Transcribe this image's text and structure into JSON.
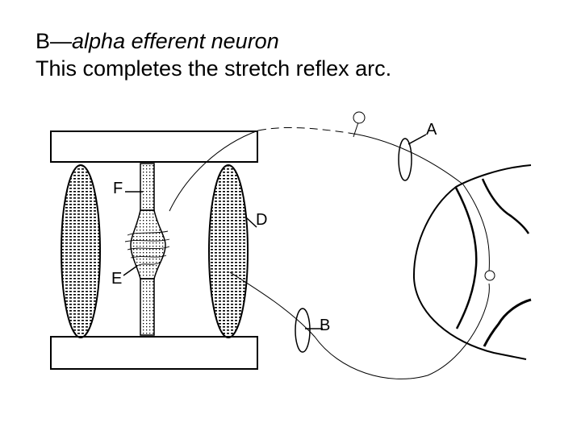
{
  "caption": {
    "line1_prefix": "B—",
    "line1_italic": "alpha efferent neuron",
    "line2": "This completes the stretch reflex arc."
  },
  "diagram": {
    "labels": {
      "a": "A",
      "b": "B",
      "d": "D",
      "e": "E",
      "f": "F"
    }
  }
}
